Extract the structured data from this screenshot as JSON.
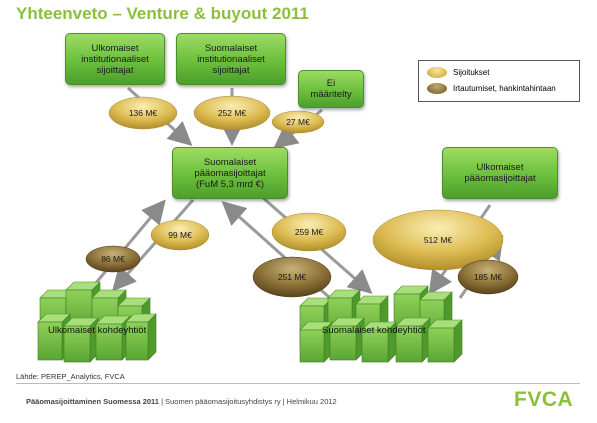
{
  "title": "Yhteenveto – Venture & buyout 2011",
  "nodes": {
    "foreign_institutional": "Ulkomaiset\ninstitutionaaliset\nsijoittajat",
    "domestic_institutional": "Suomalaiset\ninstitutionaaliset\nsijoittajat",
    "undefined": "Ei\nmääritelty",
    "domestic_pe": "Suomalaiset\npääomasijoittajat\n(FuM 5,3 mrd €)",
    "foreign_pe": "Ulkomaiset\npääomasijoittajat"
  },
  "flows": {
    "f136": "136 M€",
    "f252": "252 M€",
    "f27": "27 M€",
    "f86": "86 M€",
    "f99": "99 M€",
    "f259": "259 M€",
    "f251": "251 M€",
    "f512": "512 M€",
    "f185": "185 M€"
  },
  "portfolio": {
    "foreign": "Ulkomaiset kohdeyhtiöt",
    "domestic": "Suomalaiset kohdeyhtiöt"
  },
  "legend": {
    "investments": "Sijoitukset",
    "exits": "Irtautumiset, hankintahintaan"
  },
  "source": "Lähde: PEREP_Analytics, FVCA",
  "footer": {
    "text1": "Pääomasijoittaminen Suomessa 2011",
    "text2": " | Suomen pääomasijoitusyhdistys ry | Helmikuu 2012"
  },
  "logo": "FVCA",
  "colors": {
    "node_green": "#6cbf3d",
    "investment": "#e8cd6a",
    "exit": "#8a6f35",
    "title": "#8cbf3a"
  }
}
